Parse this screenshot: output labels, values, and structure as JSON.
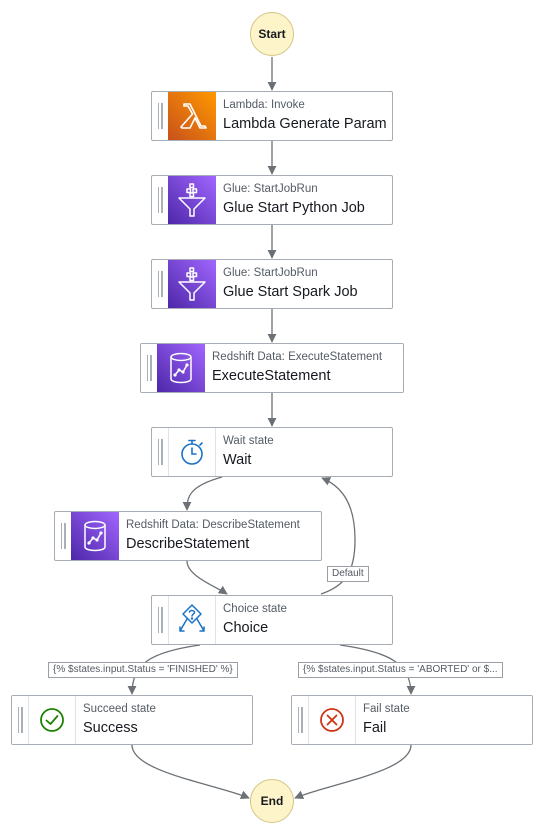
{
  "start": {
    "label": "Start"
  },
  "end": {
    "label": "End"
  },
  "states": [
    {
      "type": "Lambda: Invoke",
      "name": "Lambda Generate Param",
      "icon": "lambda-icon"
    },
    {
      "type": "Glue: StartJobRun",
      "name": "Glue Start Python Job",
      "icon": "glue-icon"
    },
    {
      "type": "Glue: StartJobRun",
      "name": "Glue Start Spark Job",
      "icon": "glue-icon"
    },
    {
      "type": "Redshift Data: ExecuteStatement",
      "name": "ExecuteStatement",
      "icon": "redshift-icon"
    },
    {
      "type": "Wait state",
      "name": "Wait",
      "icon": "stopwatch-icon"
    },
    {
      "type": "Redshift Data: DescribeStatement",
      "name": "DescribeStatement",
      "icon": "redshift-icon"
    },
    {
      "type": "Choice state",
      "name": "Choice",
      "icon": "choice-icon"
    },
    {
      "type": "Succeed state",
      "name": "Success",
      "icon": "check-circle-icon"
    },
    {
      "type": "Fail state",
      "name": "Fail",
      "icon": "x-circle-icon"
    }
  ],
  "edge_labels": {
    "default": "Default",
    "finished": "{% $states.input.Status = 'FINISHED' %}",
    "aborted": "{% $states.input.Status = 'ABORTED' or $..."
  },
  "colors": {
    "lambda": "#e8700f",
    "glue": "#7a3ee6",
    "redshift": "#7a3ee6",
    "flow_icon": "#1a73c8",
    "succeed": "#1d8102",
    "fail": "#d13212",
    "terminal_fill": "#fdf5c9",
    "edge": "#6b7177"
  }
}
